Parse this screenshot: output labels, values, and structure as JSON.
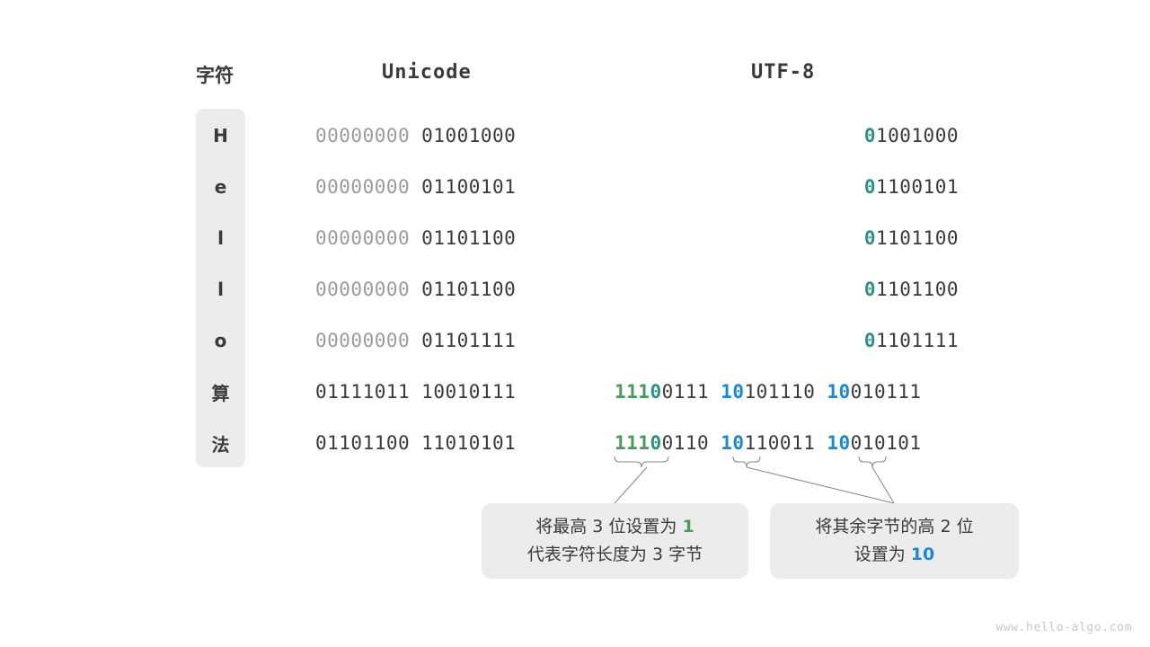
{
  "headers": {
    "character": "字符",
    "unicode": "Unicode",
    "utf8": "UTF-8"
  },
  "rows": [
    {
      "char": "H",
      "char_kind": "latin",
      "unicode": {
        "byte1": "00000000",
        "byte1_style": "dim",
        "byte2": "01001000",
        "byte2_style": "dark"
      },
      "utf8": [
        {
          "prefix": "0",
          "prefix_color": "teal",
          "rest": "1001000"
        }
      ]
    },
    {
      "char": "e",
      "char_kind": "latin",
      "unicode": {
        "byte1": "00000000",
        "byte1_style": "dim",
        "byte2": "01100101",
        "byte2_style": "dark"
      },
      "utf8": [
        {
          "prefix": "0",
          "prefix_color": "teal",
          "rest": "1100101"
        }
      ]
    },
    {
      "char": "l",
      "char_kind": "latin",
      "unicode": {
        "byte1": "00000000",
        "byte1_style": "dim",
        "byte2": "01101100",
        "byte2_style": "dark"
      },
      "utf8": [
        {
          "prefix": "0",
          "prefix_color": "teal",
          "rest": "1101100"
        }
      ]
    },
    {
      "char": "l",
      "char_kind": "latin",
      "unicode": {
        "byte1": "00000000",
        "byte1_style": "dim",
        "byte2": "01101100",
        "byte2_style": "dark"
      },
      "utf8": [
        {
          "prefix": "0",
          "prefix_color": "teal",
          "rest": "1101100"
        }
      ]
    },
    {
      "char": "o",
      "char_kind": "latin",
      "unicode": {
        "byte1": "00000000",
        "byte1_style": "dim",
        "byte2": "01101111",
        "byte2_style": "dark"
      },
      "utf8": [
        {
          "prefix": "0",
          "prefix_color": "teal",
          "rest": "1101111"
        }
      ]
    },
    {
      "char": "算",
      "char_kind": "cjk",
      "unicode": {
        "byte1": "01111011",
        "byte1_style": "dark",
        "byte2": "10010111",
        "byte2_style": "dark"
      },
      "utf8": [
        {
          "prefix": "111",
          "prefix_color": "green",
          "prefix2": "0",
          "prefix2_color": "teal",
          "rest": "0111"
        },
        {
          "prefix": "10",
          "prefix_color": "blue",
          "rest": "101110"
        },
        {
          "prefix": "10",
          "prefix_color": "blue",
          "rest": "010111"
        }
      ]
    },
    {
      "char": "法",
      "char_kind": "cjk",
      "unicode": {
        "byte1": "01101100",
        "byte1_style": "dark",
        "byte2": "11010101",
        "byte2_style": "dark"
      },
      "utf8": [
        {
          "prefix": "111",
          "prefix_color": "green",
          "prefix2": "0",
          "prefix2_color": "teal",
          "rest": "0110"
        },
        {
          "prefix": "10",
          "prefix_color": "blue",
          "rest": "110011"
        },
        {
          "prefix": "10",
          "prefix_color": "blue",
          "rest": "010101"
        }
      ]
    }
  ],
  "annotations": {
    "left": {
      "line1_pre": "将最高 3 位设置为 ",
      "line1_em": "1",
      "line1_em_color": "green",
      "line2": "代表字符长度为 3 字节"
    },
    "right": {
      "line1": "将其余字节的高 2 位",
      "line2_pre": "设置为 ",
      "line2_em": "10",
      "line2_em_color": "blue"
    }
  },
  "watermark": "www.hello-algo.com",
  "colors": {
    "green": "#4a9a5c",
    "teal": "#2e9184",
    "blue": "#1f87cf",
    "dark": "#3a3a3a",
    "dim": "#9b9b9b",
    "panel": "#ececec",
    "connector": "#8a8a8a"
  }
}
